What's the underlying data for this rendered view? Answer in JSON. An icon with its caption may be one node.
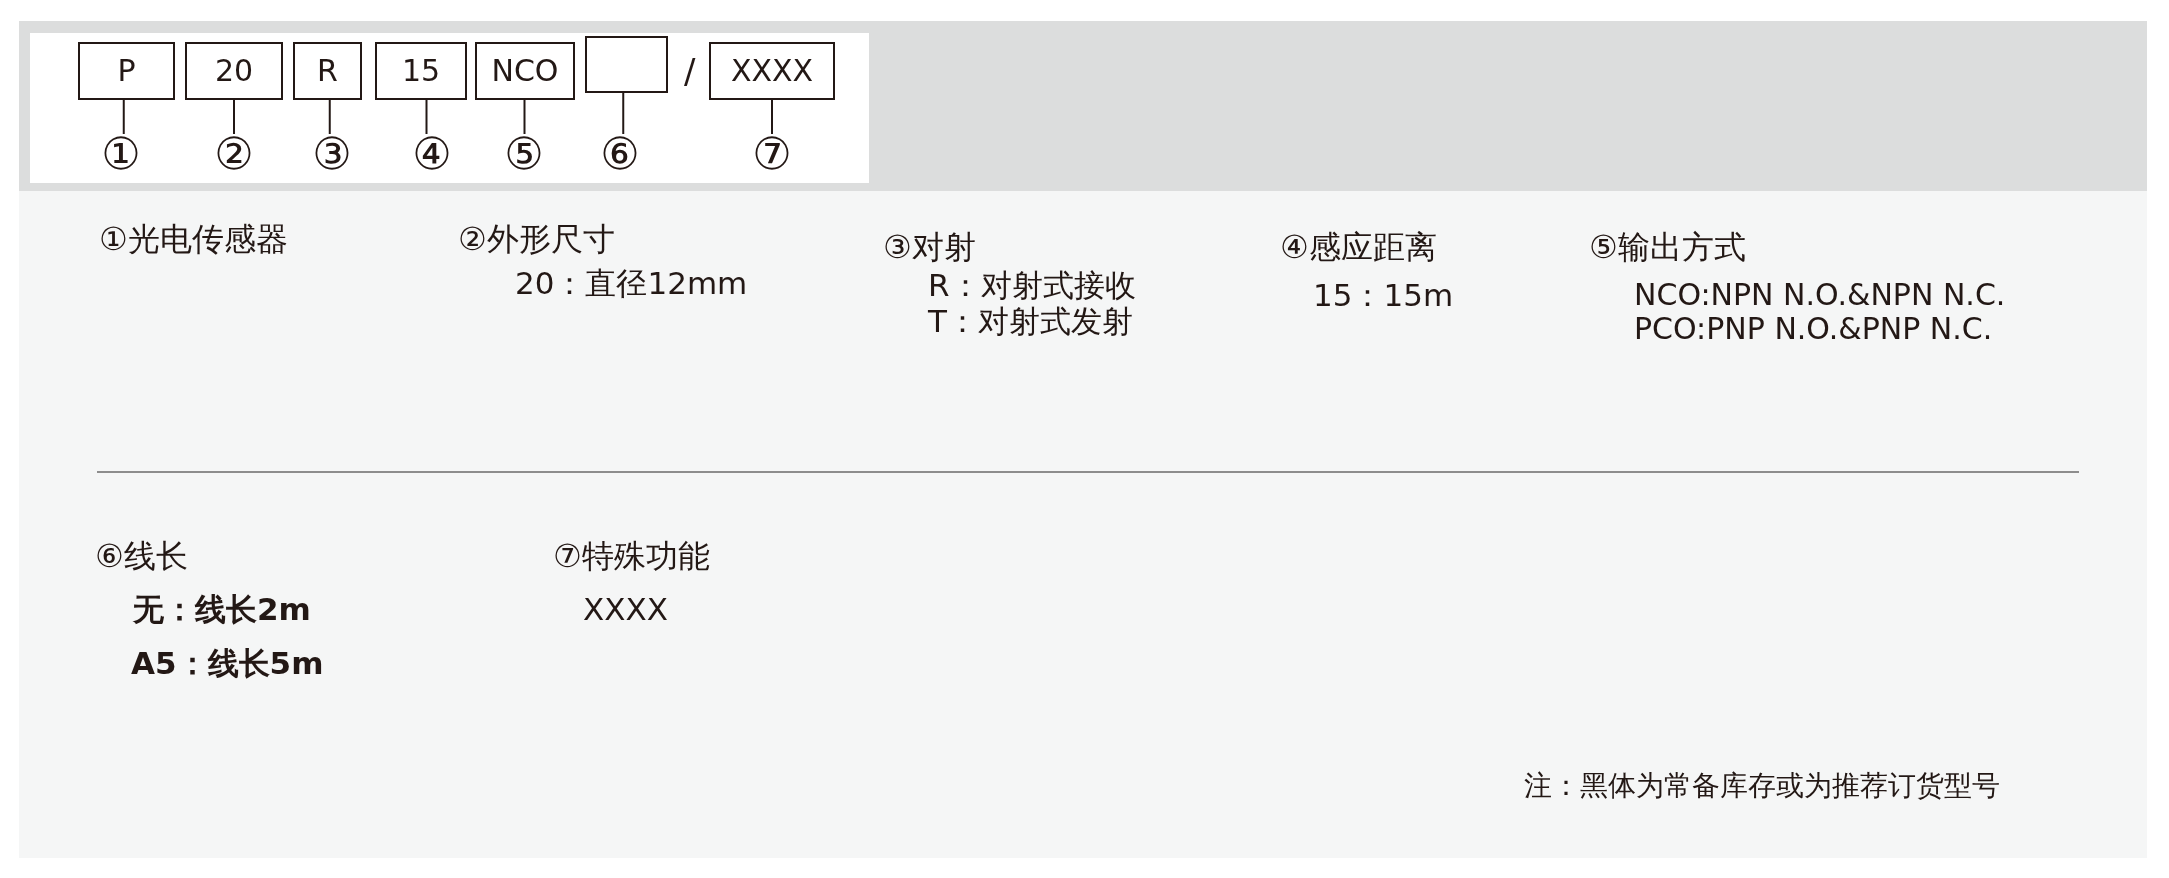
{
  "diagram": {
    "nodes": [
      {
        "text": [
          "P"
        ]
      },
      {
        "text": [
          "20"
        ]
      },
      {
        "text": [
          "R"
        ]
      },
      {
        "text": [
          "15"
        ]
      },
      {
        "text": [
          "NCO"
        ]
      },
      {
        "text": [],
        "shape": "box"
      },
      {
        "text": [
          "XXXX"
        ]
      },
      {
        "text": [
          "①"
        ]
      },
      {
        "text": [
          "②"
        ]
      },
      {
        "text": [
          "③"
        ]
      },
      {
        "text": [
          "④"
        ]
      },
      {
        "text": [
          "⑤"
        ]
      },
      {
        "text": [
          "⑥"
        ]
      },
      {
        "text": [
          "⑦"
        ]
      }
    ],
    "edges": [
      {
        "from": 7,
        "to": 0,
        "arrow": "none"
      },
      {
        "from": 8,
        "to": 1,
        "arrow": "none"
      },
      {
        "from": 9,
        "to": 2,
        "arrow": "none"
      },
      {
        "from": 10,
        "to": 3,
        "arrow": "none"
      },
      {
        "from": 11,
        "to": 4,
        "arrow": "none"
      },
      {
        "from": 12,
        "to": 5,
        "arrow": "none"
      },
      {
        "from": 13,
        "to": 6,
        "arrow": "none"
      }
    ],
    "labels": [
      "/",
      "①光电传感器",
      "②外形尺寸",
      "20：直径12mm",
      "③对射",
      "R：对射式接收",
      "T：对射式发射",
      "④感应距离",
      "15：15m",
      "⑤输出方式",
      "NCO:NPN N.O.&NPN N.C.",
      "PCO:PNP N.O.&PNP N.C.",
      "⑥线长",
      "无：线长2m",
      "A5：线长5m",
      "⑦特殊功能",
      "XXXX",
      "注：黑体为常备库存或为推荐订货型号"
    ]
  }
}
